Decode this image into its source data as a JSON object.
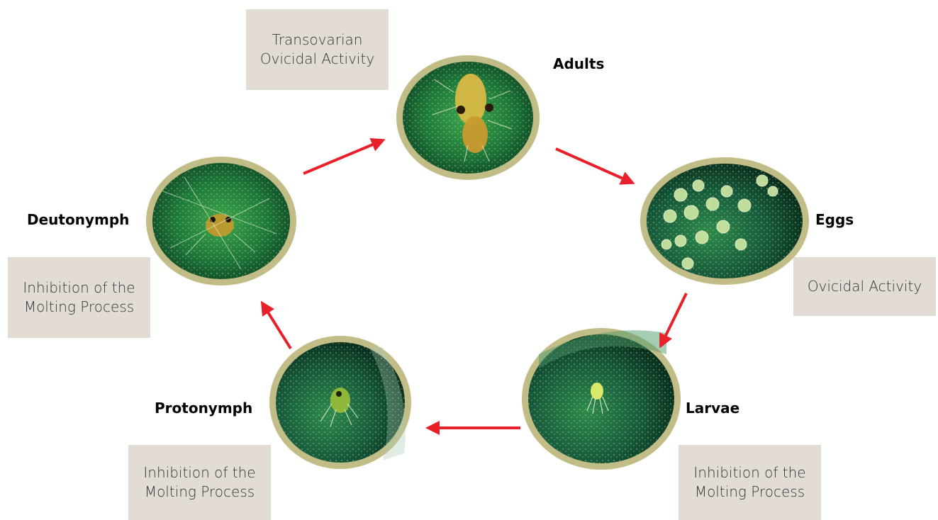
{
  "stages": [
    {
      "id": "adults",
      "label": "Adults"
    },
    {
      "id": "eggs",
      "label": "Eggs"
    },
    {
      "id": "larvae",
      "label": "Larvae"
    },
    {
      "id": "protonymph",
      "label": "Protonymph"
    },
    {
      "id": "deutonymph",
      "label": "Deutonymph"
    }
  ],
  "notes": {
    "adults": [
      "Transovarian",
      "Ovicidal Activity"
    ],
    "eggs": [
      "Ovicidal Activity"
    ],
    "larvae": [
      "Inhibition of the",
      "Molting Process"
    ],
    "protonymph": [
      "Inhibition of the",
      "Molting Process"
    ],
    "deutonymph": [
      "Inhibition of the",
      "Molting Process"
    ]
  },
  "colors": {
    "arrow": "#e8202a",
    "frame": "#c2bd86",
    "note_bg": "#e2dcd5"
  }
}
